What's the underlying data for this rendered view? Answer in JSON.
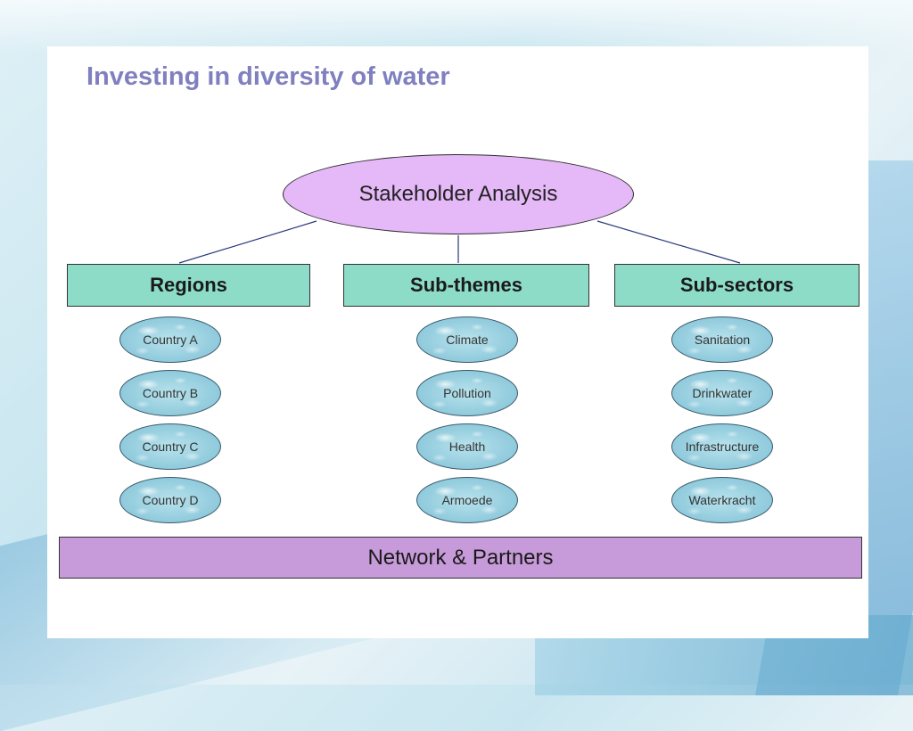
{
  "slide": {
    "title": "Investing in diversity of water",
    "root": "Stakeholder Analysis",
    "categories": [
      {
        "label": "Regions",
        "items": [
          "Country A",
          "Country B",
          "Country C",
          "Country D"
        ]
      },
      {
        "label": "Sub-themes",
        "items": [
          "Climate",
          "Pollution",
          "Health",
          "Armoede"
        ]
      },
      {
        "label": "Sub-sectors",
        "items": [
          "Sanitation",
          "Drinkwater",
          "Infrastructure",
          "Waterkracht"
        ]
      }
    ],
    "footer": "Network & Partners"
  },
  "colors": {
    "title": "#8080c0",
    "root_fill": "#e5b8f7",
    "category_fill": "#8cdcc8",
    "bubble_fill": "#8fcadc",
    "footer_fill": "#c79ad9",
    "connector": "#2a3a7a"
  }
}
